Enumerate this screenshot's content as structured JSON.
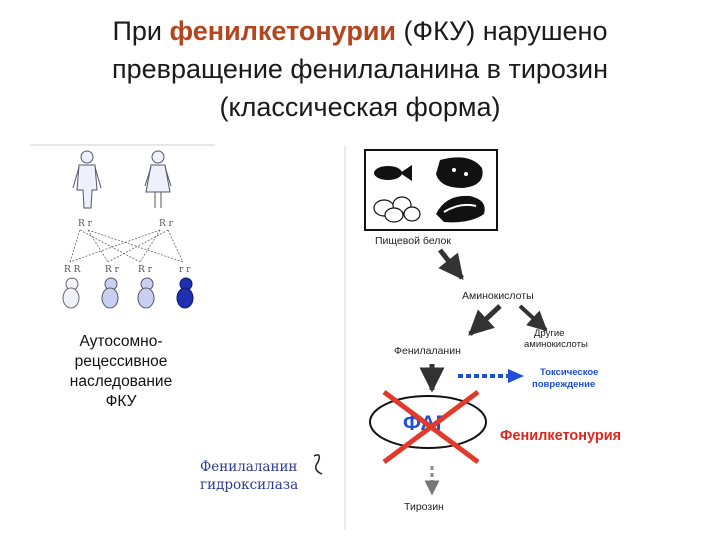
{
  "title": {
    "prefix": "При ",
    "highlight": "фенилкетонурии",
    "suffix": " (ФКУ) нарушено",
    "line2": "превращение фенилаланина в тирозин",
    "line3": "(классическая форма)"
  },
  "inheritance": {
    "caption": [
      "Аутосомно-",
      "рецессивное",
      "наследование",
      "ФКУ"
    ],
    "parent_alleles": [
      "R r",
      "R r"
    ],
    "child_alleles": [
      "R R",
      "R r",
      "R r",
      "r r"
    ]
  },
  "pathway": {
    "food": "Пищевой белок",
    "aminoacids": "Аминокислоты",
    "other_aa": [
      "Другие",
      "аминокислоты"
    ],
    "phe": "Фенилаланин",
    "toxic": [
      "Токсическое",
      "повреждение"
    ],
    "enzyme_abbr": "ФАГ",
    "disease": "Фенилкетонурия",
    "tyrosine": "Тирозин"
  },
  "enzyme_label": [
    "Фенилаланин",
    "гидроксилаза"
  ],
  "colors": {
    "title_highlight": "#b4451e",
    "toxic_blue": "#1f4fd6",
    "disease_red": "#e0261c",
    "cross_red": "#e23a2a",
    "affected_child": "#1f2fb0"
  }
}
